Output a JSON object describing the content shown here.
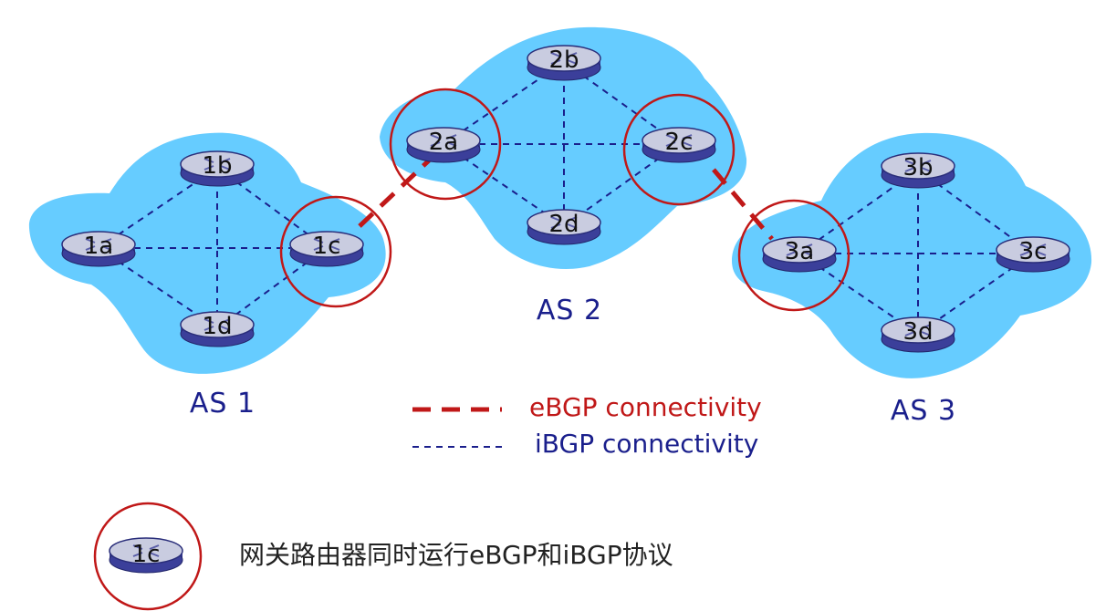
{
  "colors": {
    "cloud": "#66ccff",
    "ebgp": "#c01818",
    "ibgp": "#1a1f8c",
    "circle": "#c01818",
    "router_top": "#c9cce0",
    "router_side": "#3b3f9a"
  },
  "as_labels": {
    "as1": "AS 1",
    "as2": "AS 2",
    "as3": "AS 3"
  },
  "routers": {
    "r1a": "1a",
    "r1b": "1b",
    "r1c": "1c",
    "r1d": "1d",
    "r2a": "2a",
    "r2b": "2b",
    "r2c": "2c",
    "r2d": "2d",
    "r3a": "3a",
    "r3b": "3b",
    "r3c": "3c",
    "r3d": "3d"
  },
  "legend": {
    "ebgp_label": "eBGP connectivity",
    "ibgp_label": "iBGP connectivity"
  },
  "note": {
    "router_label": "1c",
    "text": "网关路由器同时运行eBGP和iBGP协议"
  }
}
